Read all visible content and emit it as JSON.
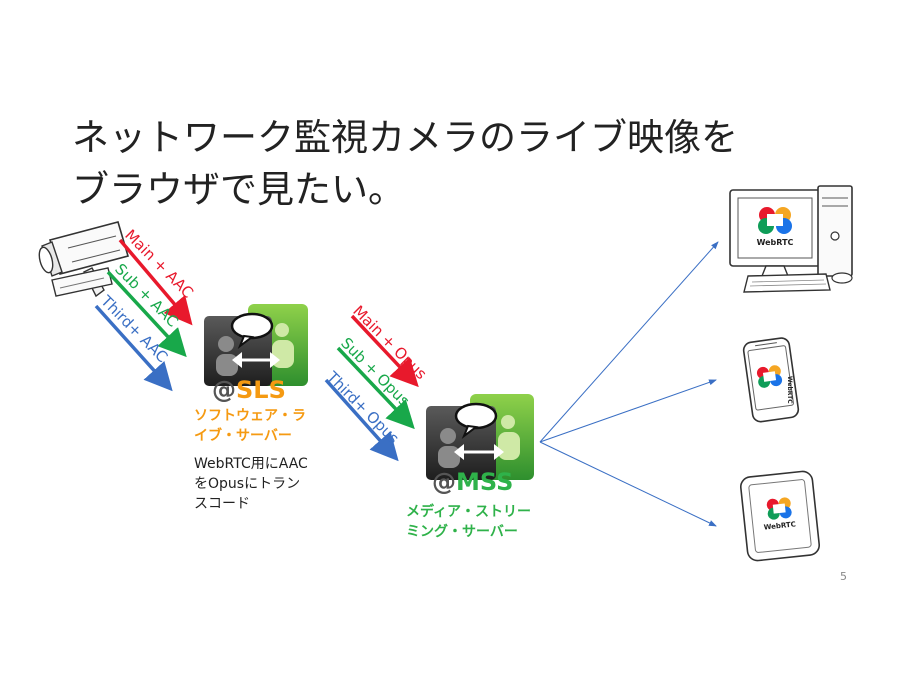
{
  "title": {
    "line1": "ネットワーク監視カメラのライブ映像を",
    "line2": "ブラウザで見たい。"
  },
  "camera_streams": [
    {
      "label": "Main + AAC",
      "color": "#e8192c"
    },
    {
      "label": "Sub + AAC",
      "color": "#18a84a"
    },
    {
      "label": "Third+ AAC",
      "color": "#3a6fc4"
    }
  ],
  "sls": {
    "tag_at": "@",
    "tag": "SLS",
    "name_line1": "ソフトウェア・ラ",
    "name_line2": "イブ・サーバー",
    "name_color": "#f59a12",
    "note_line1": "WebRTC用にAAC",
    "note_line2": "をOpusにトラン",
    "note_line3": "スコード"
  },
  "sls_streams": [
    {
      "label": "Main + Opus",
      "color": "#e8192c"
    },
    {
      "label": "Sub + Opus",
      "color": "#18a84a"
    },
    {
      "label": "Third+ Opus",
      "color": "#3a6fc4"
    }
  ],
  "mss": {
    "tag_at": "@",
    "tag": "MSS",
    "name_line1": "メディア・ストリー",
    "name_line2": "ミング・サーバー",
    "name_color": "#2fb24a"
  },
  "clients": [
    {
      "label": "WebRTC"
    },
    {
      "label": "WebRTC"
    },
    {
      "label": "WebRTC"
    }
  ],
  "page_number": "5"
}
